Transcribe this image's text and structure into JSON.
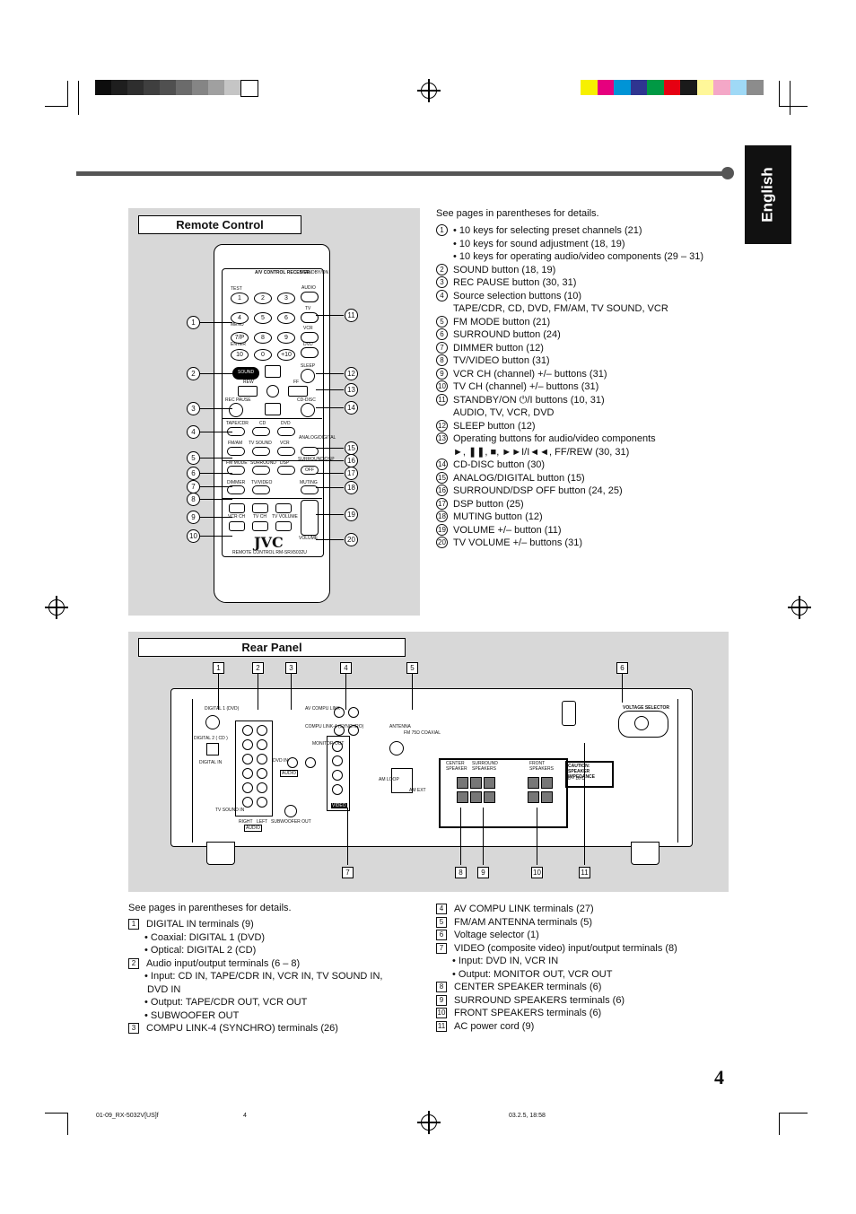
{
  "language_tab": "English",
  "page_number": "4",
  "colors": {
    "grayscale_bar": [
      "#0d0d0d",
      "#1e1e1e",
      "#2e2e2e",
      "#3f3f3f",
      "#505050",
      "#6b6b6b",
      "#858585",
      "#a0a0a0",
      "#c5c5c5",
      "#ffffff"
    ],
    "color_bar": [
      "#f7f000",
      "#e6007e",
      "#0094d6",
      "#2f3590",
      "#009944",
      "#e60012",
      "#1a1a1a",
      "#fff799",
      "#f4a7c7",
      "#9fd9f6",
      "#8c8c8c"
    ],
    "panel_bg": "#d8d8d8"
  },
  "remote_section": {
    "title": "Remote Control",
    "intro": "See pages in parentheses for details.",
    "items": [
      {
        "num": "1",
        "text": "• 10 keys for selecting preset channels (21)"
      },
      {
        "num": "",
        "text": "• 10 keys for sound adjustment (18, 19)"
      },
      {
        "num": "",
        "text": "• 10 keys for operating audio/video components (29 – 31)"
      },
      {
        "num": "2",
        "text": "SOUND button (18, 19)"
      },
      {
        "num": "3",
        "text": "REC PAUSE button (30, 31)"
      },
      {
        "num": "4",
        "text": "Source selection buttons (10)"
      },
      {
        "num": "",
        "text": "TAPE/CDR, CD, DVD, FM/AM, TV SOUND, VCR"
      },
      {
        "num": "5",
        "text": "FM MODE button (21)"
      },
      {
        "num": "6",
        "text": "SURROUND button (24)"
      },
      {
        "num": "7",
        "text": "DIMMER button (12)"
      },
      {
        "num": "8",
        "text": "TV/VIDEO button (31)"
      },
      {
        "num": "9",
        "text": "VCR CH (channel) +/– buttons (31)"
      },
      {
        "num": "10",
        "text": "TV CH (channel) +/– buttons (31)"
      },
      {
        "num": "11",
        "text": "STANDBY/ON ⏻/I buttons (10, 31)"
      },
      {
        "num": "",
        "text": "AUDIO, TV, VCR, DVD"
      },
      {
        "num": "12",
        "text": "SLEEP button (12)"
      },
      {
        "num": "13",
        "text": "Operating buttons for audio/video components"
      },
      {
        "num": "",
        "text": "►, ❚❚, ■, ►►I/I◄◄, FF/REW (30, 31)"
      },
      {
        "num": "14",
        "text": "CD-DISC button (30)"
      },
      {
        "num": "15",
        "text": "ANALOG/DIGITAL button (15)"
      },
      {
        "num": "16",
        "text": "SURROUND/DSP OFF button (24, 25)"
      },
      {
        "num": "17",
        "text": "DSP button (25)"
      },
      {
        "num": "18",
        "text": "MUTING button (12)"
      },
      {
        "num": "19",
        "text": "VOLUME +/– button (11)"
      },
      {
        "num": "20",
        "text": "TV VOLUME +/– buttons (31)"
      }
    ],
    "remote_labels": {
      "receiver": "A/V CONTROL RECEIVER",
      "standby": "STANDBY/ON",
      "audio": "AUDIO",
      "tv": "TV",
      "vcr": "VCR",
      "dvd": "DVD",
      "test": "TEST",
      "menu": "MENU",
      "enter": "ENTER",
      "sound": "SOUND",
      "rew": "REW",
      "ff": "FF",
      "rec_pause": "REC PAUSE",
      "cd_disc": "CD-DISC",
      "sleep": "SLEEP",
      "tape_cdr": "TAPE/CDR",
      "cd": "CD",
      "fm_am": "FM/AM",
      "tv_sound": "TV SOUND",
      "analog_digital": "ANALOG/DIGITAL",
      "fm_mode": "FM MODE",
      "surround": "SURROUND",
      "dsp": "DSP",
      "surround_dsp": "SURROUND/DSP",
      "off": "OFF",
      "dimmer": "DIMMER",
      "tv_video": "TV/VIDEO",
      "muting": "MUTING",
      "vcr_ch": "VCR CH",
      "tv_ch": "TV CH",
      "tv_volume": "TV VOLUME",
      "volume": "VOLUME",
      "brand": "JVC",
      "model": "REMOTE CONTROL  RM-SRX5032U",
      "keys": [
        "1",
        "2",
        "3",
        "4",
        "5",
        "6",
        "7/P",
        "8",
        "9",
        "10",
        "0",
        "+10"
      ]
    }
  },
  "rear_section": {
    "title": "Rear Panel",
    "intro": "See pages in parentheses for details.",
    "left_items": [
      {
        "num": "1",
        "text": "DIGITAL IN terminals (9)"
      },
      {
        "num": "",
        "text": "• Coaxial:   DIGITAL 1 (DVD)"
      },
      {
        "num": "",
        "text": "• Optical:    DIGITAL 2 (CD)"
      },
      {
        "num": "2",
        "text": "Audio input/output terminals (6 – 8)"
      },
      {
        "num": "",
        "text": "• Input:       CD IN, TAPE/CDR IN, VCR IN, TV SOUND IN,"
      },
      {
        "num": "",
        "text": "                   DVD IN"
      },
      {
        "num": "",
        "text": "• Output:    TAPE/CDR OUT, VCR OUT"
      },
      {
        "num": "",
        "text": "• SUBWOOFER OUT"
      },
      {
        "num": "3",
        "text": "COMPU LINK-4 (SYNCHRO) terminals (26)"
      }
    ],
    "right_items": [
      {
        "num": "4",
        "text": "AV COMPU LINK terminals (27)"
      },
      {
        "num": "5",
        "text": "FM/AM ANTENNA terminals (5)"
      },
      {
        "num": "6",
        "text": "Voltage selector (1)"
      },
      {
        "num": "7",
        "text": "VIDEO (composite video) input/output terminals (8)"
      },
      {
        "num": "",
        "text": "• Input:       DVD IN, VCR IN"
      },
      {
        "num": "",
        "text": "• Output:    MONITOR OUT, VCR OUT"
      },
      {
        "num": "8",
        "text": "CENTER SPEAKER terminals (6)"
      },
      {
        "num": "9",
        "text": "SURROUND SPEAKERS terminals (6)"
      },
      {
        "num": "10",
        "text": "FRONT SPEAKERS terminals (6)"
      },
      {
        "num": "11",
        "text": "AC power cord (9)"
      }
    ],
    "panel_labels": {
      "digital1": "DIGITAL 1 (DVD)",
      "digital2": "DIGITAL 2 ( CD )",
      "digital_in": "DIGITAL IN",
      "av_compu_link": "AV COMPU LINK",
      "compu_link": "COMPU LINK-4 (SYNCHRO)",
      "antenna": "ANTENNA",
      "fm": "FM 75Ω COAXIAL",
      "am_loop": "AM LOOP",
      "am_ext": "AM EXT",
      "voltage_selector": "VOLTAGE SELECTOR",
      "center_speaker": "CENTER SPEAKER",
      "surround_speakers": "SURROUND SPEAKERS",
      "front_speakers": "FRONT SPEAKERS",
      "caution": "CAUTION: SPEAKER IMPEDANCE",
      "impedance": "8 – 16 Ω",
      "right": "RIGHT",
      "left": "LEFT",
      "monitor_out": "MONITOR OUT",
      "audio": "AUDIO",
      "video": "VIDEO",
      "tv_sound_in": "TV SOUND IN",
      "subwoofer_out": "SUBWOOFER OUT",
      "dvd_in": "DVD IN"
    },
    "callouts_top": [
      "1",
      "2",
      "3",
      "4",
      "5",
      "6"
    ],
    "callouts_bottom": [
      "7",
      "8",
      "9",
      "10",
      "11"
    ]
  },
  "footer": {
    "file": "01-09_RX-5032V[US]f",
    "page": "4",
    "stamp": "03.2.5, 18:58"
  }
}
